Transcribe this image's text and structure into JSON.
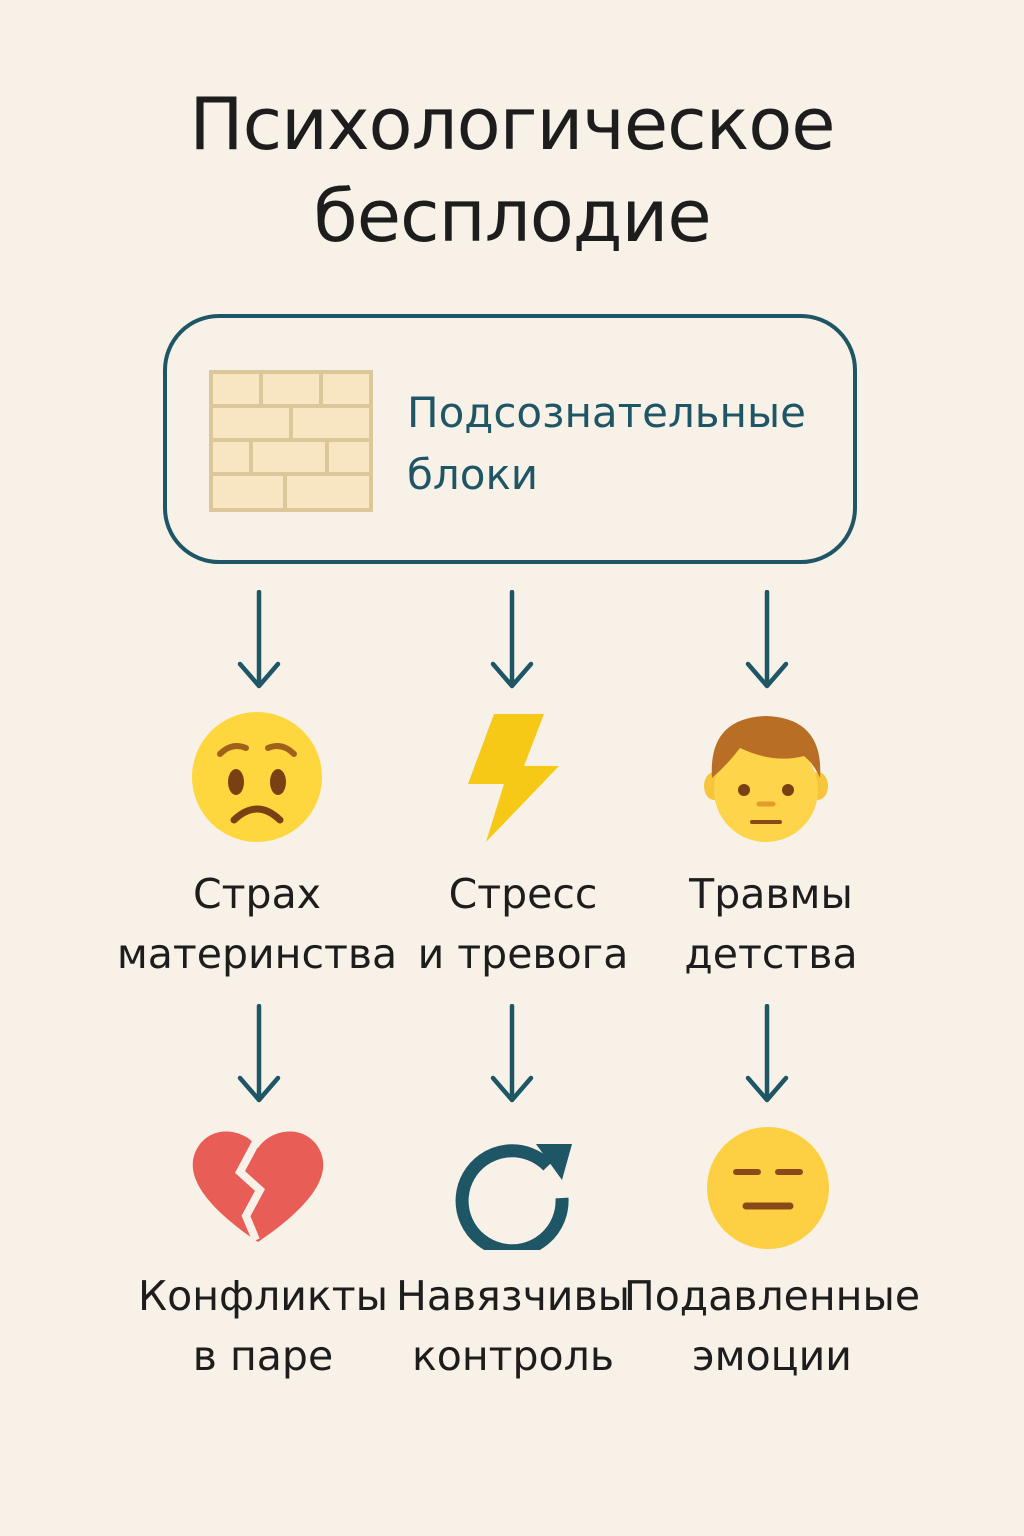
{
  "title": {
    "line1": "Психологическое",
    "line2": "бесплодие"
  },
  "root": {
    "line1": "Подсознательные",
    "line2": "блоки",
    "icon": "brick-wall-icon"
  },
  "causes": [
    {
      "line1": "Страх",
      "line2": "материнства",
      "icon": "worried-face-icon"
    },
    {
      "line1": "Стресс",
      "line2": "и тревога",
      "icon": "lightning-icon"
    },
    {
      "line1": "Травмы",
      "line2": "детства",
      "icon": "child-face-icon"
    }
  ],
  "effects": [
    {
      "line1": "Конфликты",
      "line2": "в паре",
      "icon": "broken-heart-icon"
    },
    {
      "line1": "Навязчивы",
      "line2": "контроль",
      "icon": "cycle-arrow-icon"
    },
    {
      "line1": "Подавленные",
      "line2": "эмоции",
      "icon": "expressionless-face-icon"
    }
  ],
  "colors": {
    "background": "#f8f1e7",
    "accent": "#1e5666",
    "emoji_yellow": "#fdd73d",
    "heart_red": "#e85d56"
  }
}
